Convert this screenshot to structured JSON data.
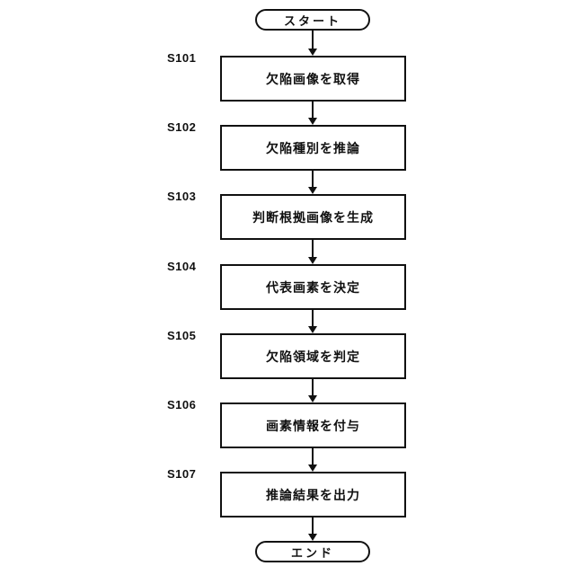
{
  "diagram": {
    "type": "flowchart",
    "start_label": "スタート",
    "end_label": "エンド",
    "steps": [
      {
        "id": "S101",
        "label": "欠陥画像を取得"
      },
      {
        "id": "S102",
        "label": "欠陥種別を推論"
      },
      {
        "id": "S103",
        "label": "判断根拠画像を生成"
      },
      {
        "id": "S104",
        "label": "代表画素を決定"
      },
      {
        "id": "S105",
        "label": "欠陥領域を判定"
      },
      {
        "id": "S106",
        "label": "画素情報を付与"
      },
      {
        "id": "S107",
        "label": "推論結果を出力"
      }
    ],
    "colors": {
      "line": "#111111",
      "background": "#ffffff"
    }
  }
}
